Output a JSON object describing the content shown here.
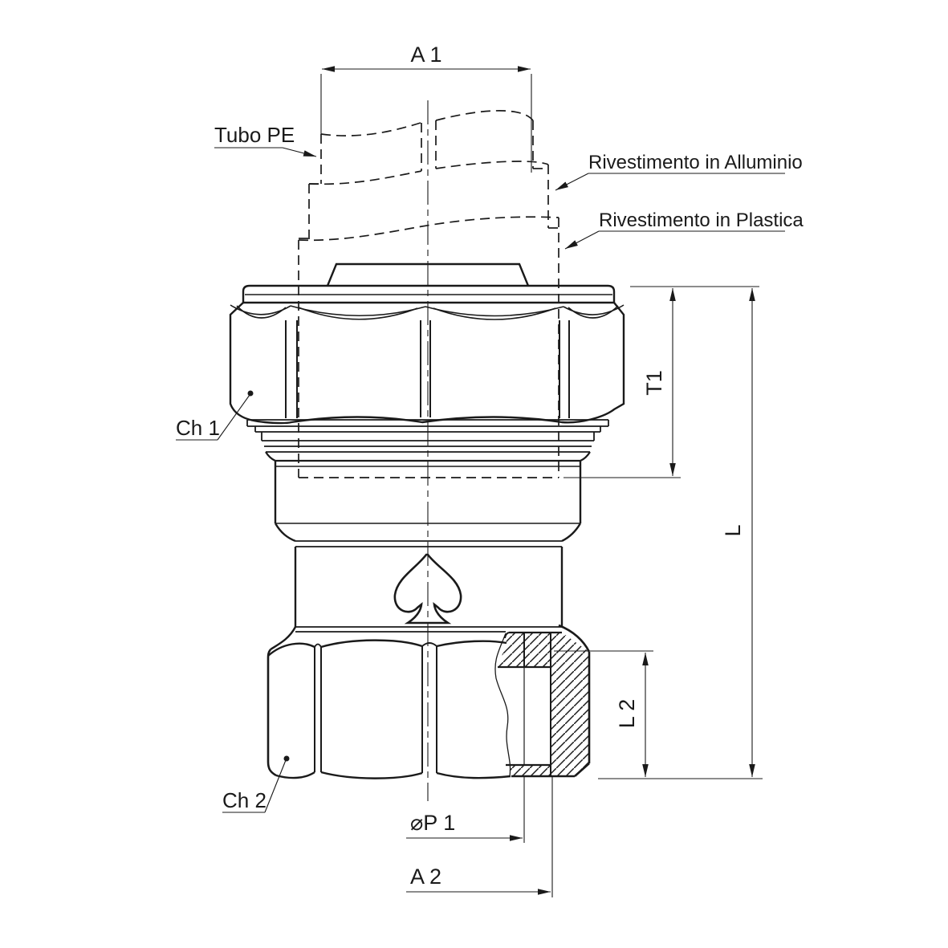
{
  "drawing": {
    "part_labels": {
      "tubo_pe": "Tubo PE",
      "rivestimento_alluminio": "Rivestimento in Alluminio",
      "rivestimento_plastica": "Rivestimento in Plastica",
      "ch1": "Ch 1",
      "ch2": "Ch 2"
    },
    "dimension_labels": {
      "a1": "A 1",
      "t1": "T1",
      "l": "L",
      "l2": "L 2",
      "p1": "⌀P 1",
      "a2": "A 2"
    },
    "symbols": {
      "logo": "spade"
    },
    "colors": {
      "line": "#1a1a1a",
      "background": "#ffffff"
    }
  }
}
